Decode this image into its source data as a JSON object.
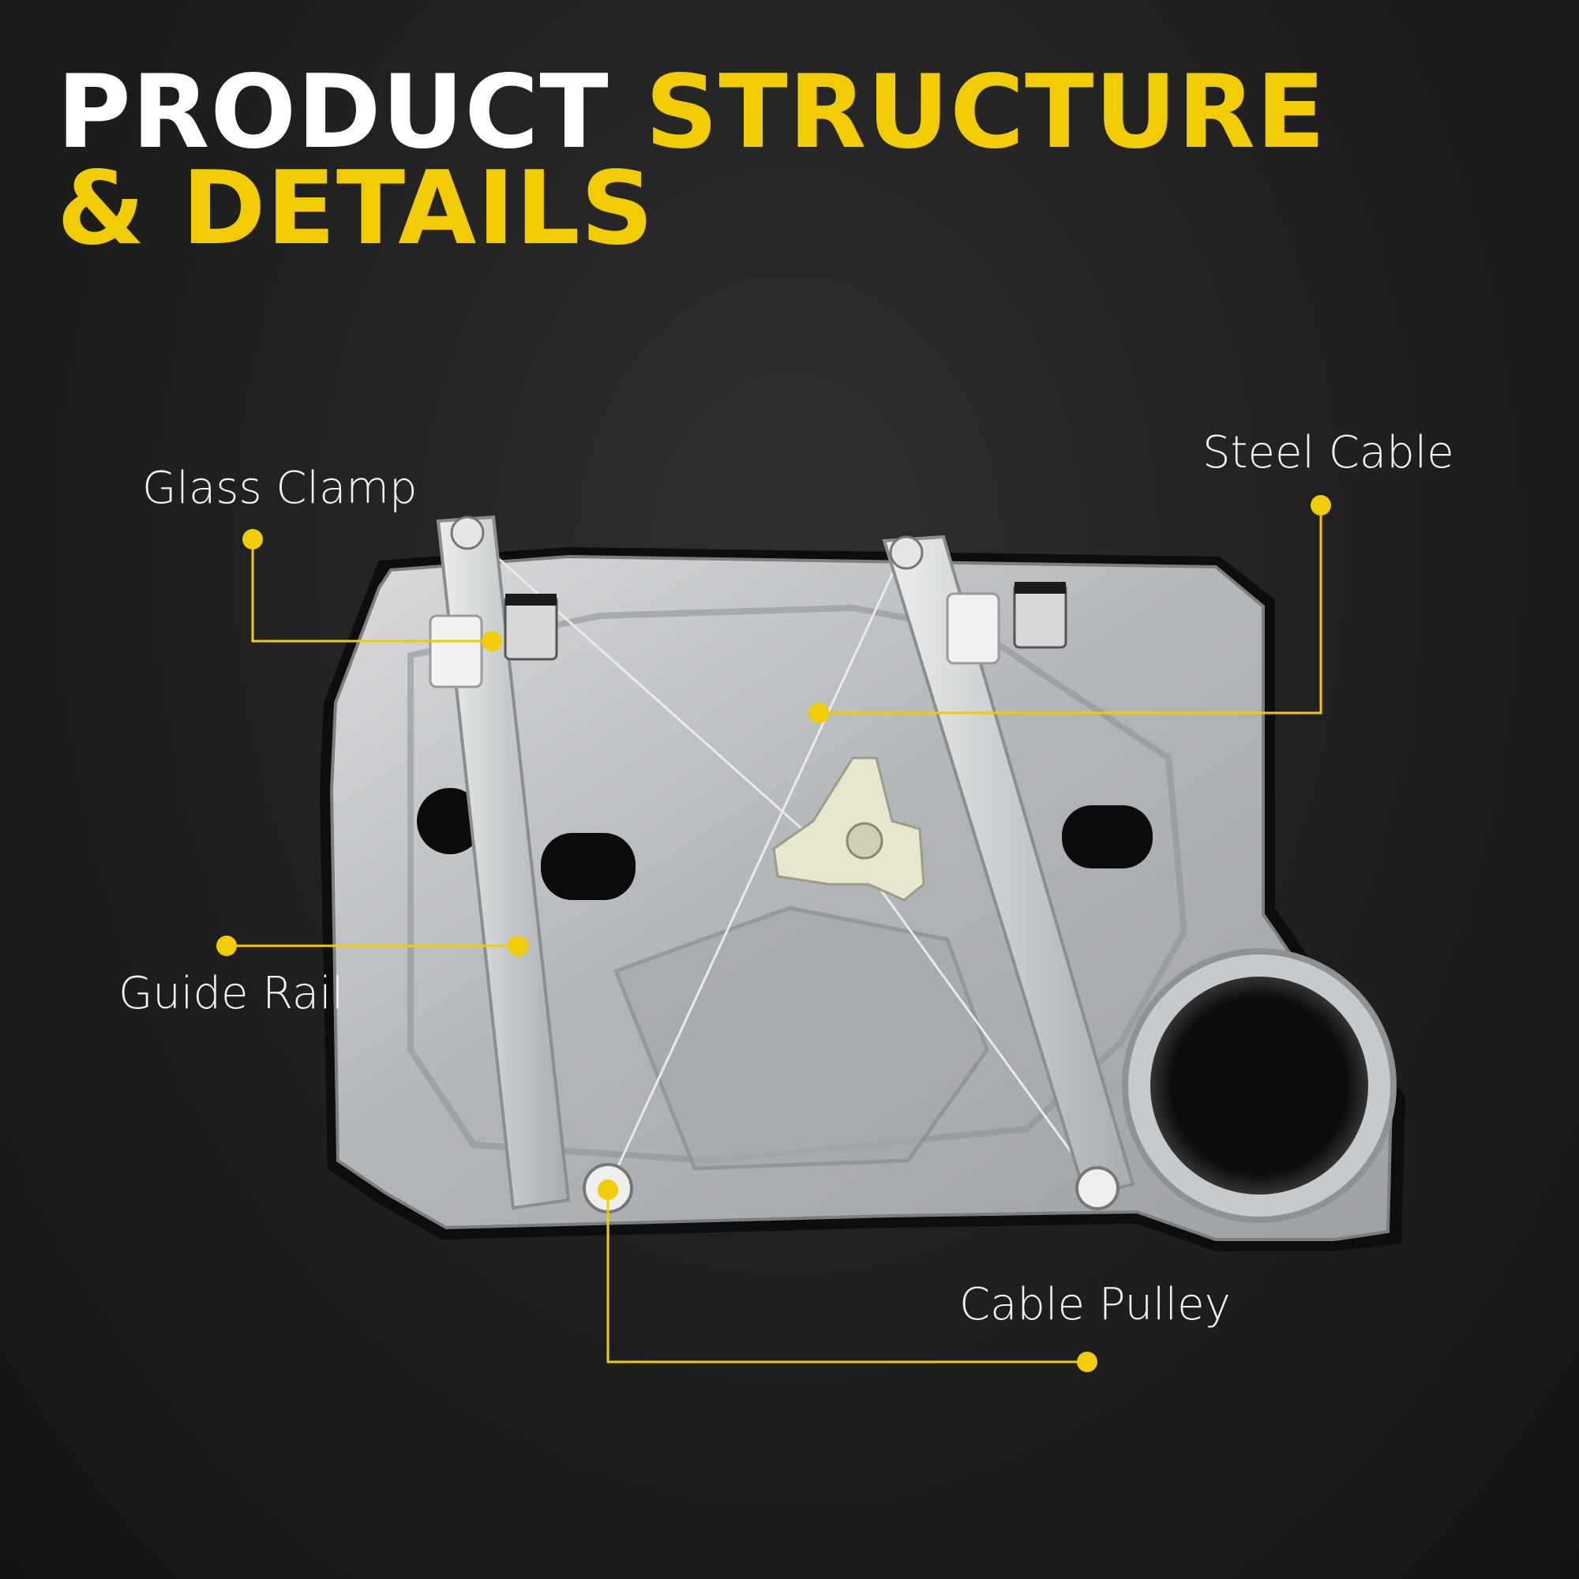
{
  "theme": {
    "accent": "#f0cc00",
    "background": "#1f1f1f",
    "panel_metal": "#b9bcbf"
  },
  "heading": {
    "line1_white": "PRODUCT",
    "line1_yellow": "STRUCTURE",
    "line2_yellow": "& DETAILS"
  },
  "callouts": {
    "glass_clamp": "Glass Clamp",
    "steel_cable": "Steel Cable",
    "guide_rail": "Guide Rail",
    "cable_pulley": "Cable Pulley"
  },
  "product": {
    "icon": "window-regulator-panel-image"
  }
}
